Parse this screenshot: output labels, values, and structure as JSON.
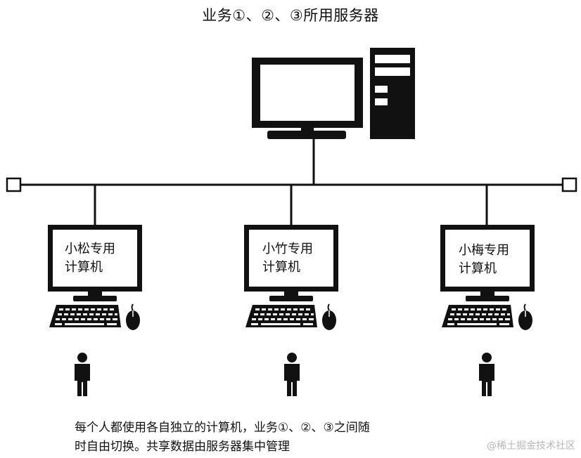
{
  "diagram": {
    "title": "业务①、②、③所用服务器",
    "server_icon": "desktop-computer-icon",
    "clients": [
      {
        "label_line1": "小松专用",
        "label_line2": "计算机",
        "user_icon": "person-icon"
      },
      {
        "label_line1": "小竹专用",
        "label_line2": "计算机",
        "user_icon": "person-icon"
      },
      {
        "label_line1": "小梅专用",
        "label_line2": "计算机",
        "user_icon": "person-icon"
      }
    ],
    "caption_line1": "每个人都使用各自独立的计算机，业务①、②、③之间随",
    "caption_line2": "时自由切换。共享数据由服务器集中管理",
    "watermark": "@稀土掘金技术社区"
  }
}
